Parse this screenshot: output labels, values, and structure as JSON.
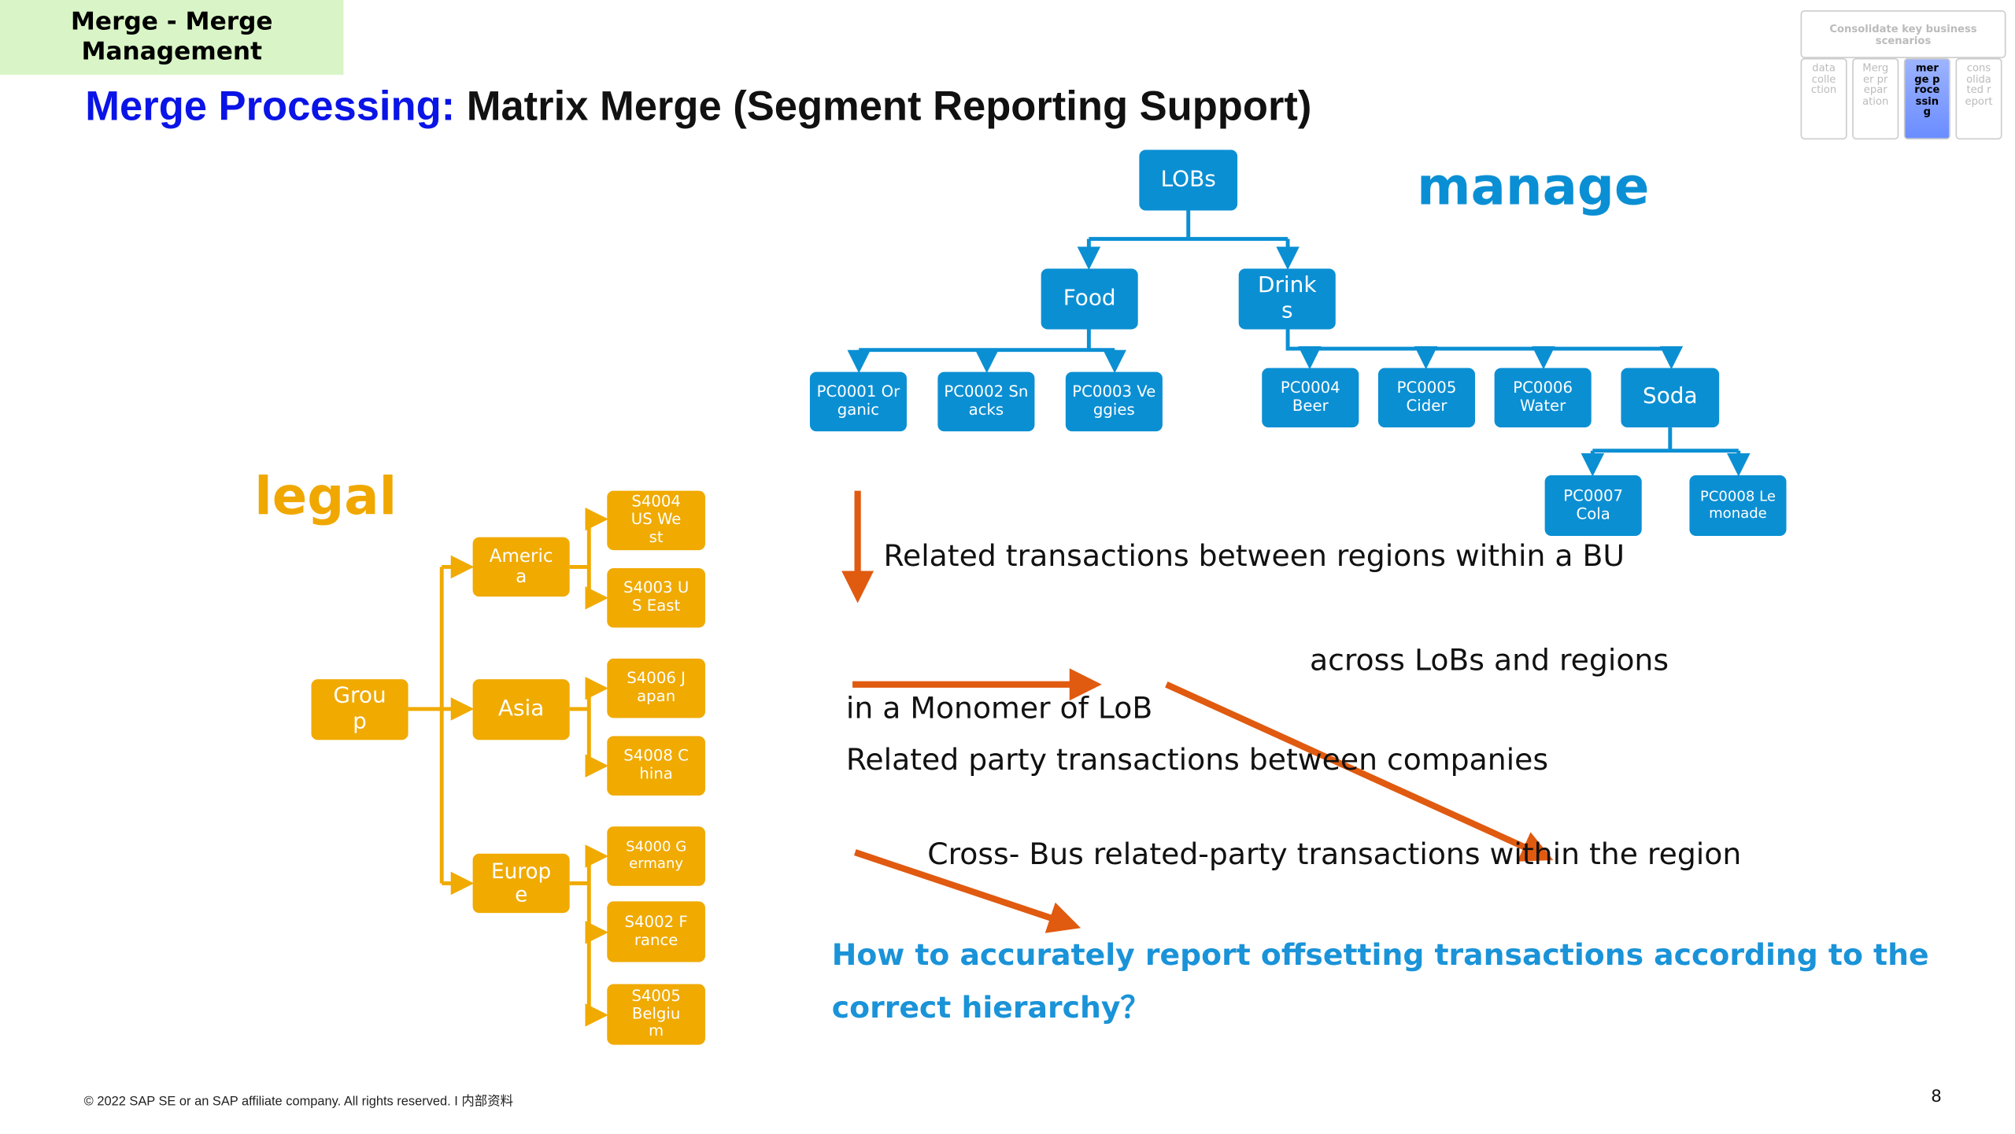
{
  "header_tag": "Merge - Merge Management",
  "title": {
    "prefix": "Merge Processing:",
    "main": " Matrix Merge (Segment Reporting Support)"
  },
  "nav_widget": {
    "header": "Consolidate key business scenarios",
    "steps": [
      {
        "label": "data collection",
        "active": false
      },
      {
        "label": "Merger preparation",
        "active": false
      },
      {
        "label": "merge processing",
        "active": true
      },
      {
        "label": "consolidated report",
        "active": false
      }
    ]
  },
  "management": {
    "heading": "manage",
    "root": "LOBs",
    "level1": [
      "Food",
      "Drinks"
    ],
    "food_children": [
      "PC0001 Organic",
      "PC0002 Snacks",
      "PC0003 Veggies"
    ],
    "drinks_children": [
      "PC0004 Beer",
      "PC0005 Cider",
      "PC0006 Water",
      "Soda"
    ],
    "soda_children": [
      "PC0007 Cola",
      "PC0008 Lemonade"
    ]
  },
  "legal": {
    "heading": "legal",
    "root": "Group",
    "regions": [
      "America",
      "Asia",
      "Europe"
    ],
    "america_children": [
      "S4004 US West",
      "S4003 US East"
    ],
    "asia_children": [
      "S4006 Japan",
      "S4008 China"
    ],
    "europe_children": [
      "S4000 Germany",
      "S4002 France",
      "S4005 Belgium"
    ]
  },
  "annotations": {
    "within_bu": "Related transactions between regions within a BU",
    "across": "across LoBs and regions",
    "monomer": "in a Monomer of LoB",
    "between_companies": "Related party transactions between companies",
    "cross_bus": "Cross- Bus related-party transactions within the region",
    "question": "How to accurately report offsetting transactions according to the correct hierarchy？"
  },
  "colors": {
    "management": "#0b8fd3",
    "legal": "#f0aa00",
    "arrow": "#e05a10",
    "title_accent": "#0a14e6"
  },
  "footer": "© 2022 SAP SE or an SAP affiliate company. All rights reserved.  I   内部资料",
  "page_number": "8"
}
